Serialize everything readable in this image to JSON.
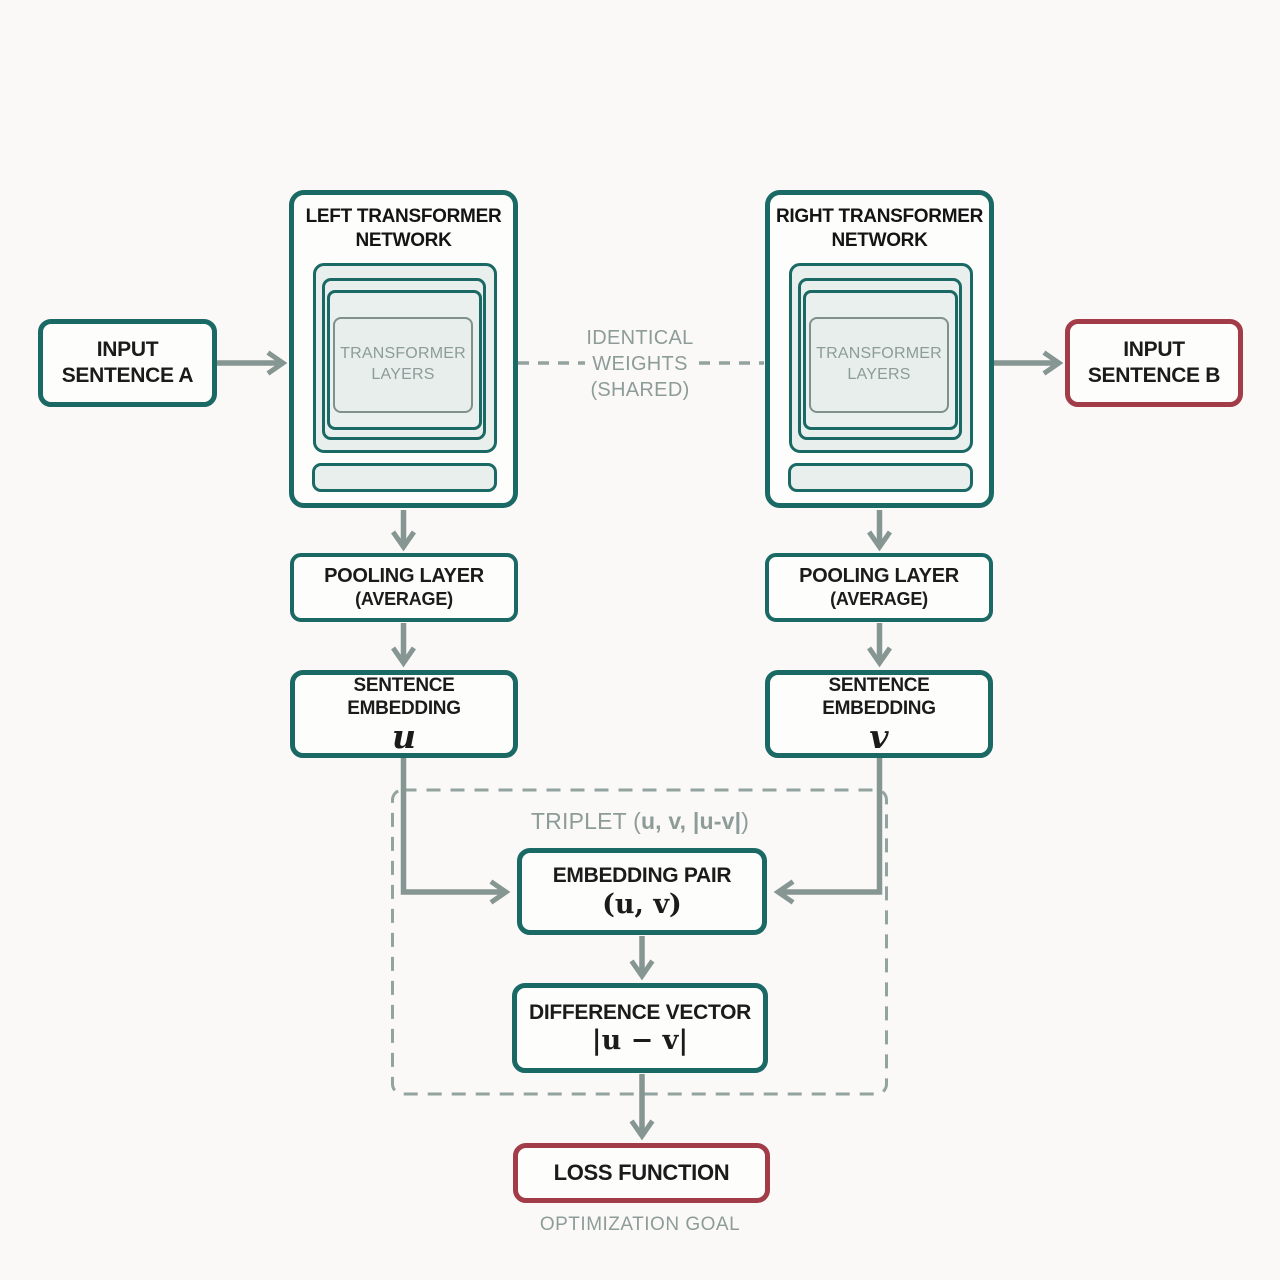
{
  "diagram": {
    "left_network": {
      "title_line1": "LEFT TRANSFORMER",
      "title_line2": "NETWORK",
      "core_label": "TRANSFORMER LAYERS"
    },
    "right_network": {
      "title_line1": "RIGHT TRANSFORMER",
      "title_line2": "NETWORK",
      "core_label": "TRANSFORMER LAYERS"
    },
    "input_a": {
      "line1": "INPUT",
      "line2": "SENTENCE A"
    },
    "input_b": {
      "line1": "INPUT",
      "line2": "SENTENCE B"
    },
    "shared_weights": {
      "line1": "IDENTICAL",
      "line2": "WEIGHTS",
      "line3": "(SHARED)"
    },
    "pooling_left": {
      "line1": "POOLING LAYER",
      "line2": "(AVERAGE)"
    },
    "pooling_right": {
      "line1": "POOLING LAYER",
      "line2": "(AVERAGE)"
    },
    "embedding_u": {
      "label": "SENTENCE EMBEDDING",
      "symbol": "u"
    },
    "embedding_v": {
      "label": "SENTENCE EMBEDDING",
      "symbol": "v"
    },
    "triplet": {
      "prefix": "TRIPLET (",
      "bold": "u, v, |u-v|",
      "suffix": ")"
    },
    "embedding_pair": {
      "label": "EMBEDDING PAIR",
      "symbol": "(u, v)"
    },
    "difference_vector": {
      "label": "DIFFERENCE VECTOR",
      "symbol": "|u − v|"
    },
    "loss": {
      "label": "LOSS FUNCTION"
    },
    "optimization_goal": "OPTIMIZATION GOAL"
  },
  "colors": {
    "teal": "#1a6965",
    "red": "#a23c48",
    "light_fill": "#e9efec",
    "gray_text": "#8d9c99",
    "arrow": "#869692",
    "dash": "#93a3a0",
    "label_text": "#1b1b1b",
    "background": "#faf9f7"
  }
}
